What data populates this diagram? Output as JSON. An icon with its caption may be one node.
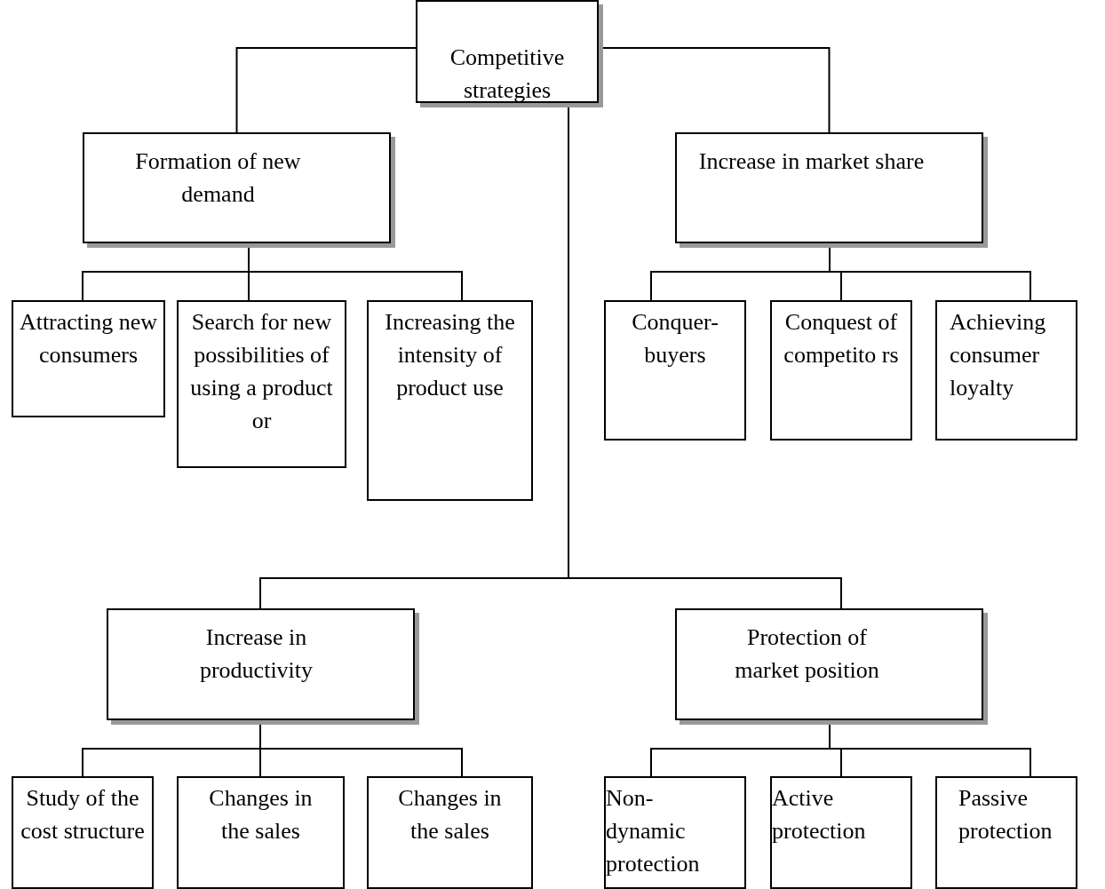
{
  "diagram": {
    "nodes": [
      {
        "text": [
          "Competitive strategies"
        ]
      },
      {
        "text": [
          "Formation of new demand"
        ]
      },
      {
        "text": [
          "Increase in market share"
        ]
      },
      {
        "text": [
          "Attracting new consumers"
        ]
      },
      {
        "text": [
          "Search for new possibilities of using a product or"
        ]
      },
      {
        "text": [
          "Increasing the intensity of product use"
        ]
      },
      {
        "text": [
          "Conquer- buyers"
        ]
      },
      {
        "text": [
          "Conquest of competito rs"
        ]
      },
      {
        "text": [
          "Achieving consumer loyalty"
        ]
      },
      {
        "text": [
          "Increase in productivity"
        ]
      },
      {
        "text": [
          "Protection of market position"
        ]
      },
      {
        "text": [
          "Study of the cost structure"
        ]
      },
      {
        "text": [
          "Changes in the sales"
        ]
      },
      {
        "text": [
          "Changes in the sales"
        ]
      },
      {
        "text": [
          "Non- dynamic protection"
        ]
      },
      {
        "text": [
          "Active protection"
        ]
      },
      {
        "text": [
          "Passive protection"
        ]
      }
    ],
    "edges": [
      {
        "from": 0,
        "to": 1,
        "arrow": "none"
      },
      {
        "from": 0,
        "to": 2,
        "arrow": "none"
      },
      {
        "from": 0,
        "to": 9,
        "arrow": "none"
      },
      {
        "from": 0,
        "to": 10,
        "arrow": "none"
      },
      {
        "from": 1,
        "to": 3,
        "arrow": "none"
      },
      {
        "from": 1,
        "to": 4,
        "arrow": "none"
      },
      {
        "from": 1,
        "to": 5,
        "arrow": "none"
      },
      {
        "from": 2,
        "to": 6,
        "arrow": "none"
      },
      {
        "from": 2,
        "to": 7,
        "arrow": "none"
      },
      {
        "from": 2,
        "to": 8,
        "arrow": "none"
      },
      {
        "from": 9,
        "to": 11,
        "arrow": "none"
      },
      {
        "from": 9,
        "to": 12,
        "arrow": "none"
      },
      {
        "from": 9,
        "to": 13,
        "arrow": "none"
      },
      {
        "from": 10,
        "to": 14,
        "arrow": "none"
      },
      {
        "from": 10,
        "to": 15,
        "arrow": "none"
      },
      {
        "from": 10,
        "to": 16,
        "arrow": "none"
      }
    ]
  }
}
